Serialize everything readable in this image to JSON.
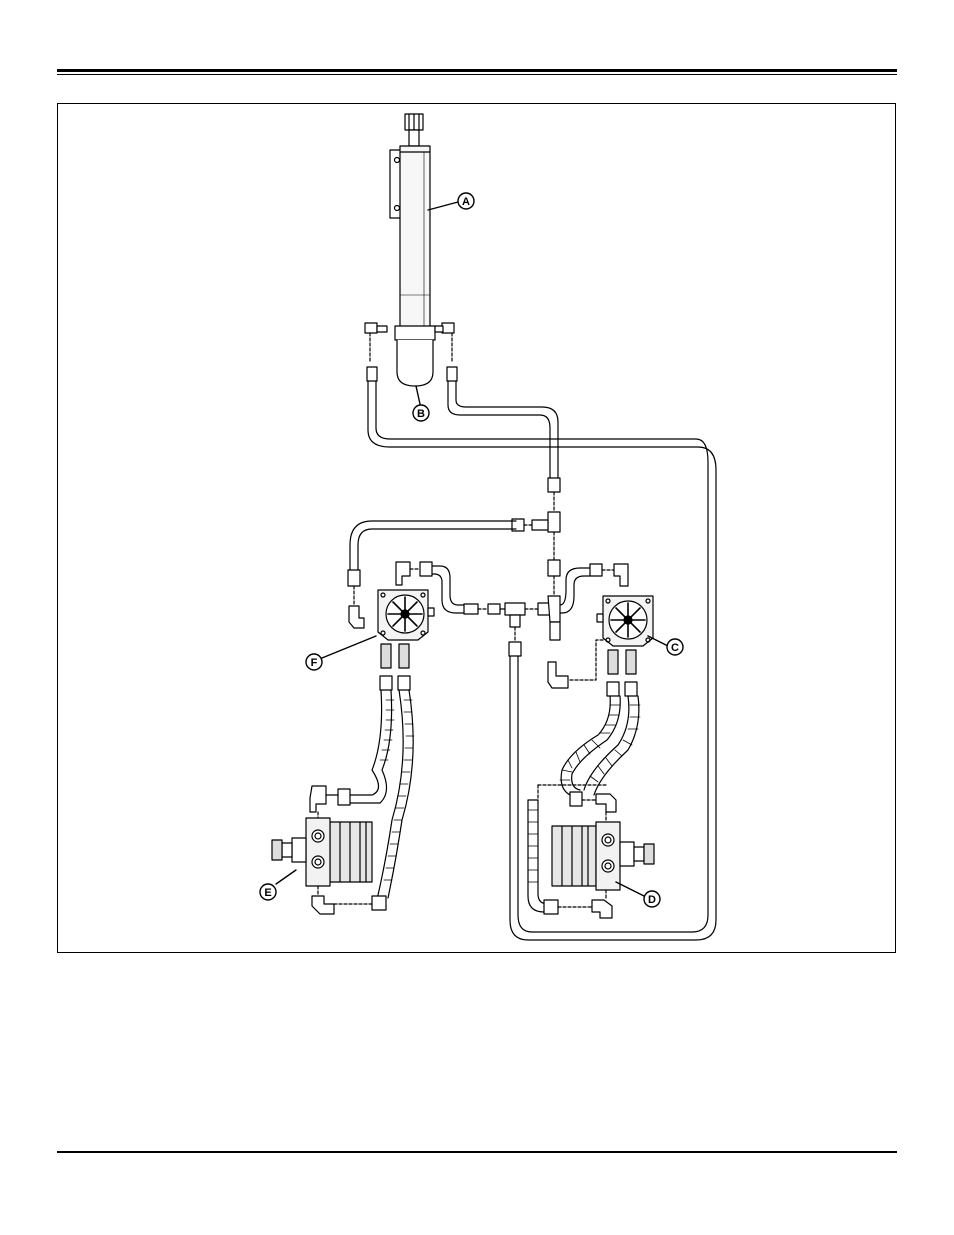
{
  "callouts": {
    "A": {
      "letter": "A",
      "part": "reservoir"
    },
    "B": {
      "letter": "B",
      "part": "filter"
    },
    "C": {
      "letter": "C",
      "part": "right-wheel-pump"
    },
    "D": {
      "letter": "D",
      "part": "right-wheel-motor"
    },
    "E": {
      "letter": "E",
      "part": "left-wheel-motor"
    },
    "F": {
      "letter": "F",
      "part": "left-wheel-pump"
    }
  },
  "colors": {
    "line": "#000000",
    "background": "#ffffff",
    "body_fill": "#f2f2f2",
    "body_shade": "#d9d9d9"
  }
}
